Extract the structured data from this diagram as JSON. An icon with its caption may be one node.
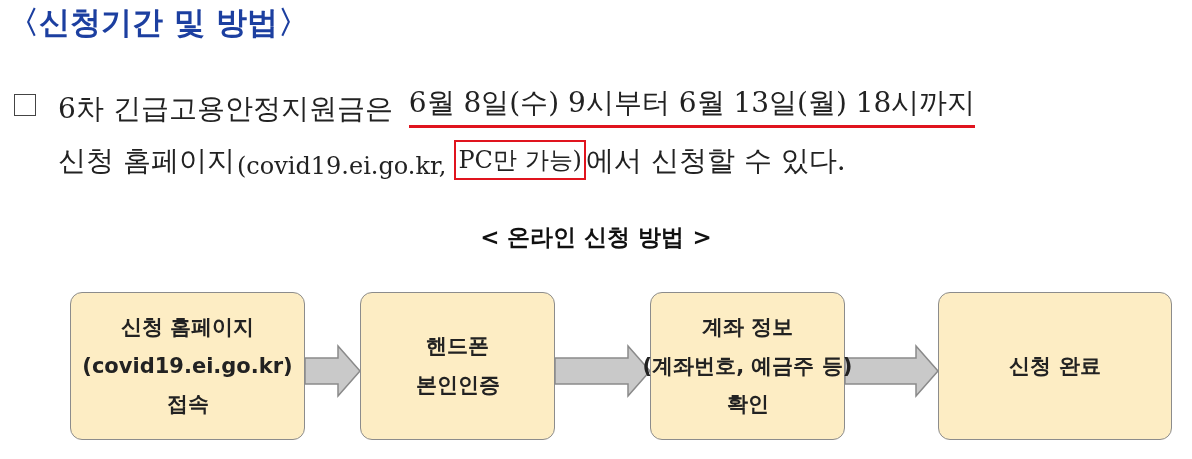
{
  "diagram": {
    "title": "〈신청기간 및 방법〉",
    "nodes": [
      {
        "text": [
          "신청 홈페이지 (covid19.ei.go.kr) 접속"
        ]
      },
      {
        "text": [
          "핸드폰 본인인증"
        ]
      },
      {
        "text": [
          "계좌 정보 (계좌번호, 예금주 등) 확인"
        ]
      },
      {
        "text": [
          "신청 완료"
        ]
      }
    ],
    "edges": [
      {
        "from": 0,
        "to": 1,
        "arrow": "to"
      },
      {
        "from": 1,
        "to": 2,
        "arrow": "to"
      },
      {
        "from": 2,
        "to": 3,
        "arrow": "to"
      }
    ],
    "labels": [
      "6차 긴급고용안정지원금은",
      "6월 8일(수) 9시부터 6월 13일(월) 18시까지",
      "신청 홈페이지",
      "(covid19.ei.go.kr,",
      "PC만 가능)",
      "에서 신청할 수 있다.",
      "< 온라인 신청 방법 >"
    ]
  }
}
